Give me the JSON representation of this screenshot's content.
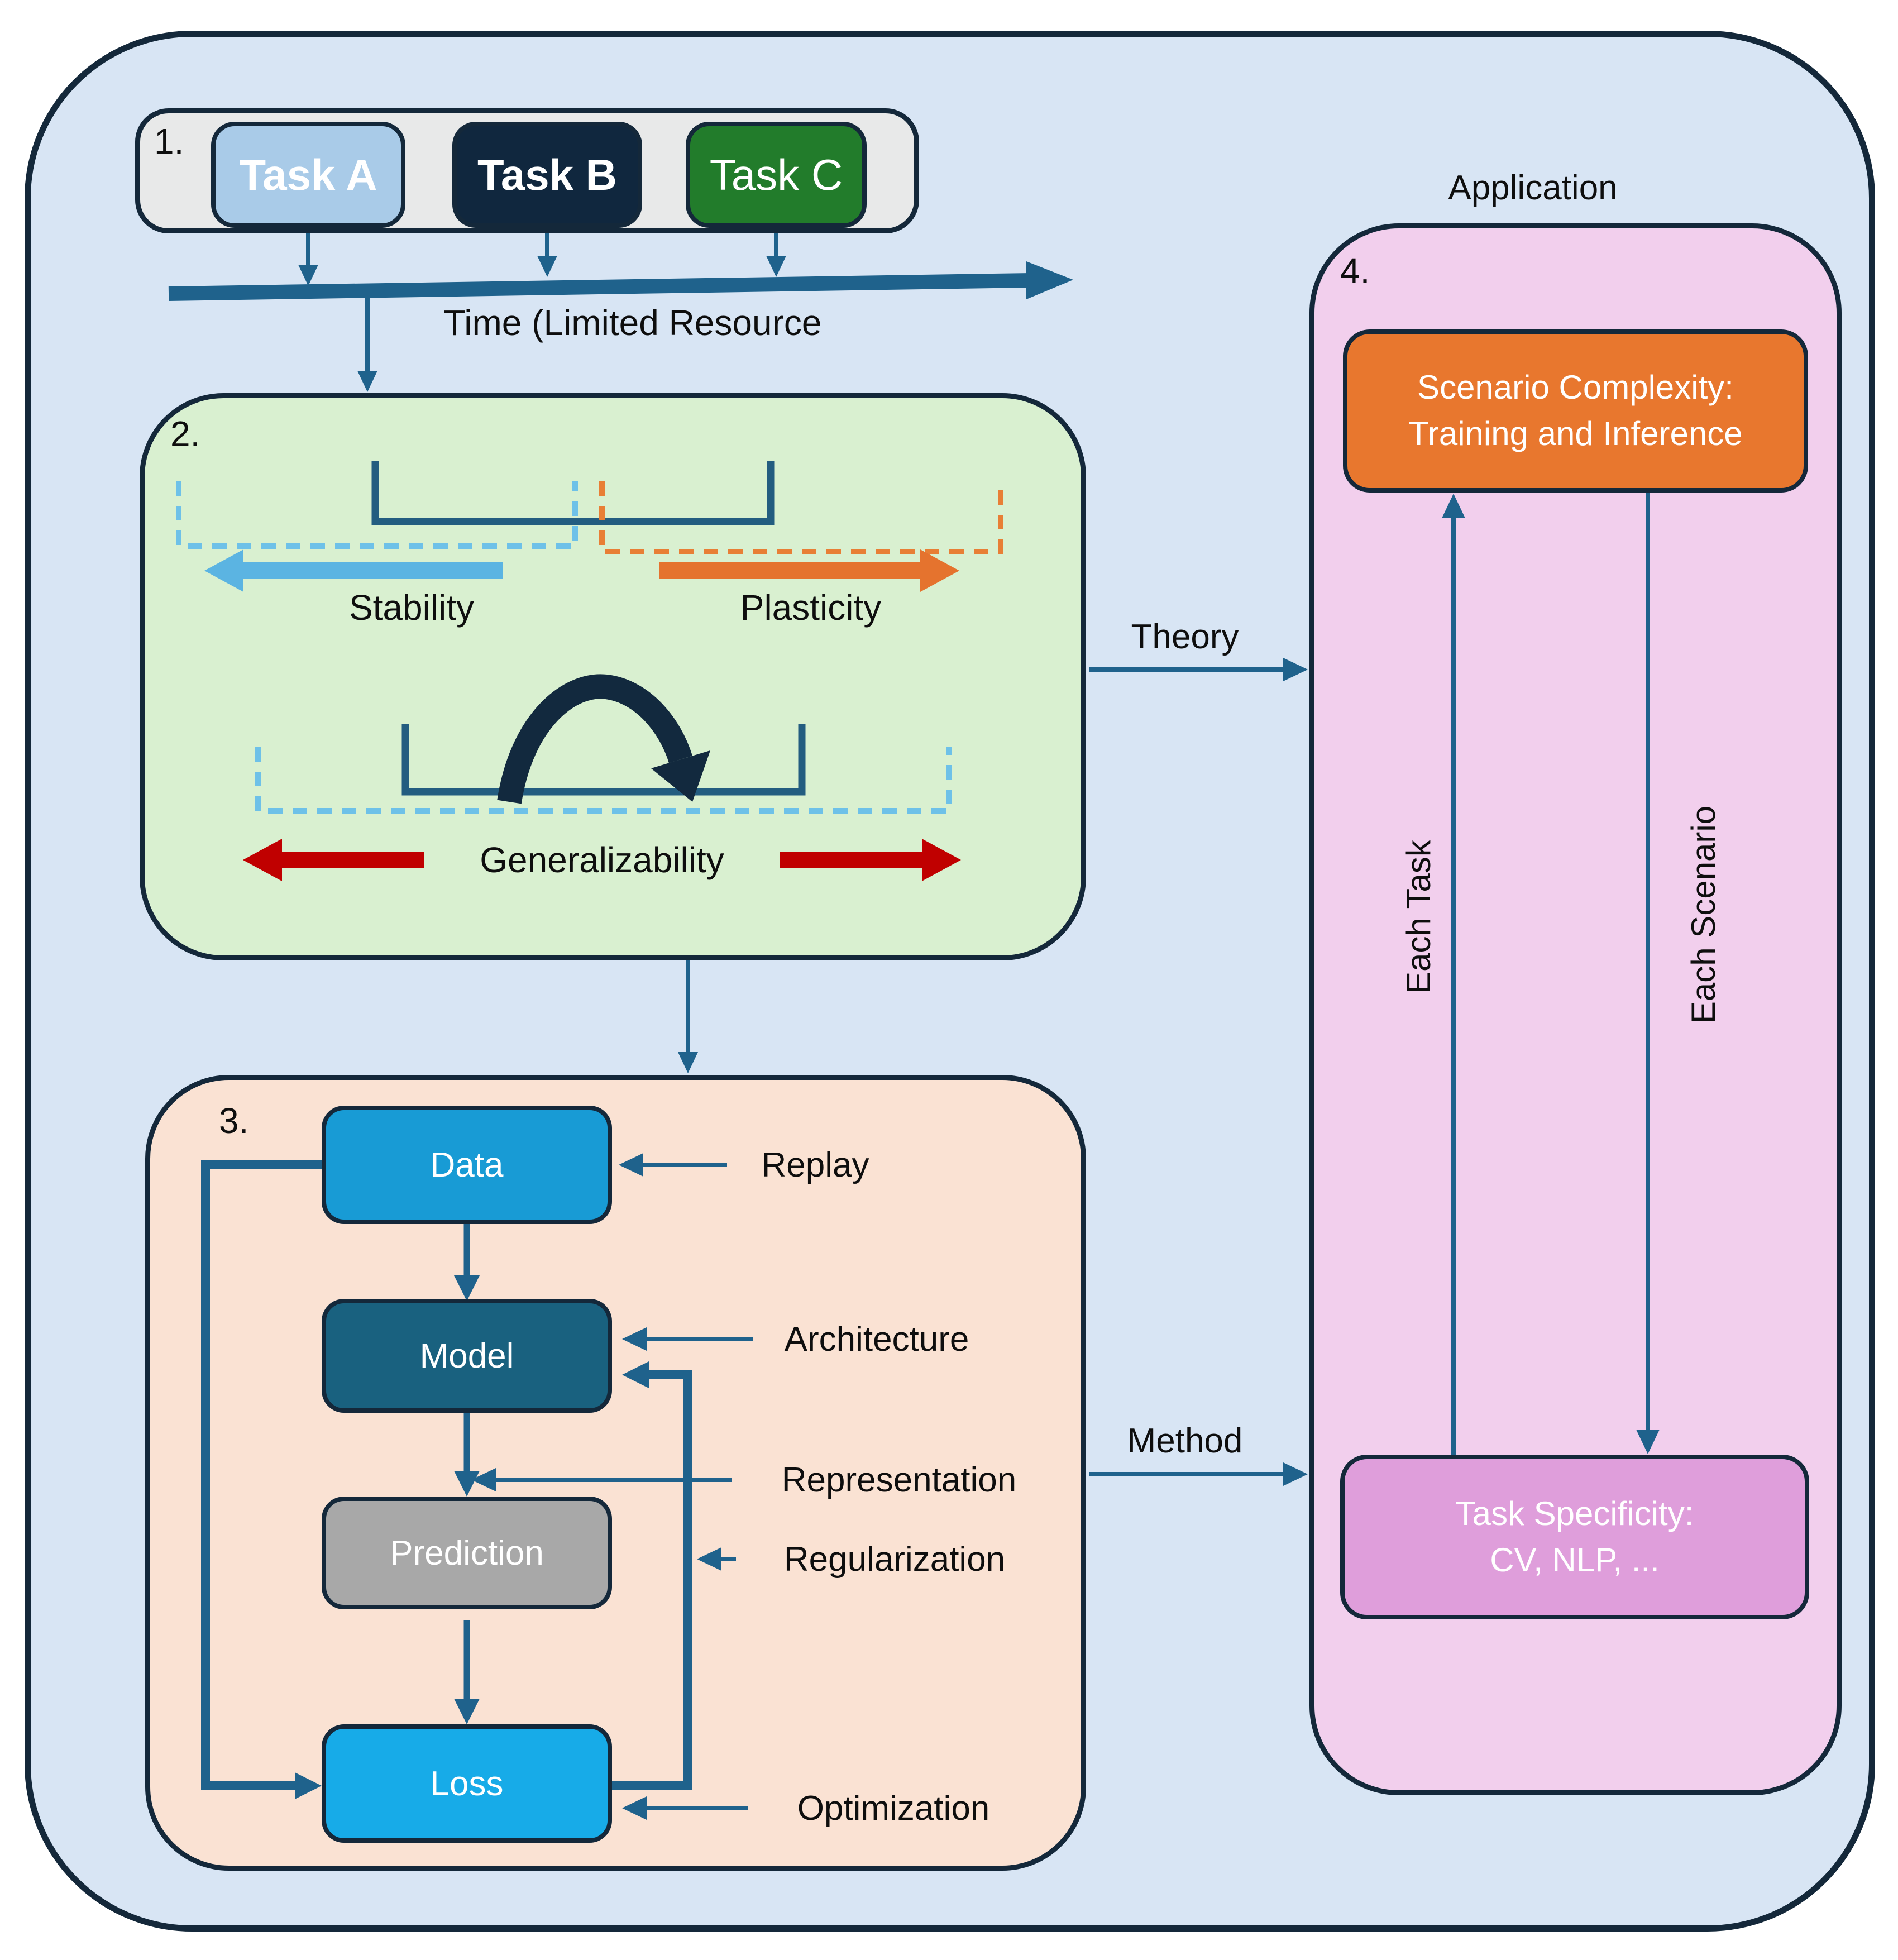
{
  "colors": {
    "outer_fill": "#d8e5f4",
    "outline": "#14283a",
    "text": "#0e0e0e",
    "task_bar_fill": "#e8e9e9",
    "task_a_fill": "#a9cbe8",
    "task_b_fill": "#10273e",
    "task_c_fill": "#227c2b",
    "arrow_teal": "#1f628c",
    "green_fill": "#d9f0d0",
    "stability_blue": "#5bb4e2",
    "dashed_blue": "#6ec1e8",
    "plasticity_orange": "#e5732e",
    "dashed_orange": "#e87f35",
    "bracket_teal": "#235d80",
    "arc_navy": "#12293e",
    "red_arrow": "#c00000",
    "peach_fill": "#fae2d3",
    "data_fill": "#189bd5",
    "model_fill": "#19617f",
    "prediction_fill": "#a8a8a8",
    "loss_fill": "#17abe8",
    "pink_fill": "#f2cfed",
    "orange_box_fill": "#e8772e",
    "magenta_fill": "#df9edb"
  },
  "s1": {
    "label": "1.",
    "task_a": "Task A",
    "task_b": "Task B",
    "task_c": "Task C",
    "timeline": "Time (Limited Resource"
  },
  "s2": {
    "label": "2.",
    "stability": "Stability",
    "plasticity": "Plasticity",
    "generalizability": "Generalizability"
  },
  "s3": {
    "label": "3.",
    "data": "Data",
    "model": "Model",
    "prediction": "Prediction",
    "loss": "Loss",
    "replay": "Replay",
    "architecture": "Architecture",
    "representation": "Representation",
    "regularization": "Regularization",
    "optimization": "Optimization"
  },
  "s4": {
    "label": "4.",
    "title": "Application",
    "scenario_line1": "Scenario Complexity:",
    "scenario_line2": "Training and Inference",
    "task_line1": "Task Specificity:",
    "task_line2": "CV, NLP, ..."
  },
  "connectors": {
    "theory": "Theory",
    "method": "Method",
    "each_task": "Each Task",
    "each_scenario": "Each Scenario"
  }
}
